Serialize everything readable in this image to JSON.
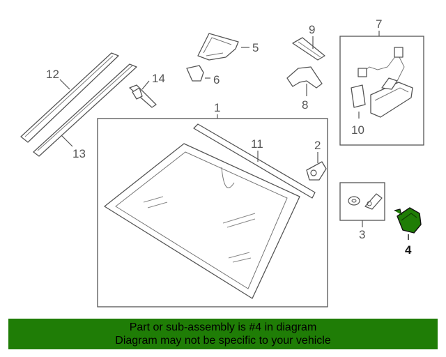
{
  "callouts": {
    "c1": "1",
    "c2": "2",
    "c3": "3",
    "c4": "4",
    "c5": "5",
    "c6": "6",
    "c7": "7",
    "c8": "8",
    "c9": "9",
    "c10": "10",
    "c11": "11",
    "c12": "12",
    "c13": "13",
    "c14": "14"
  },
  "highlight": {
    "part_number": "4",
    "color": "#1f7d06"
  },
  "banner": {
    "line1": "Part or sub-assembly is #4 in diagram",
    "line2": "Diagram may not be specific to your vehicle",
    "background": "#1f7d06"
  }
}
